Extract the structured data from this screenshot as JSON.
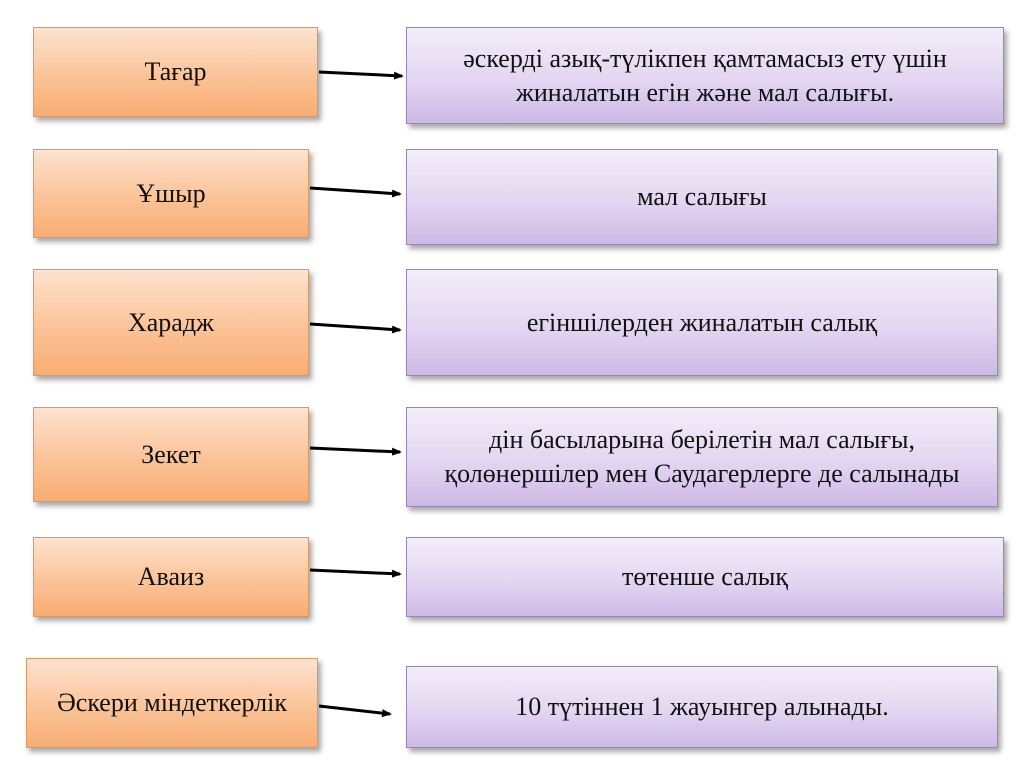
{
  "rows": [
    {
      "term": "Тағар",
      "description": "әскерді азық-түлікпен қамтамасыз ету үшін жиналатын егін және мал салығы."
    },
    {
      "term": "Ұшыр",
      "description": "мал салығы"
    },
    {
      "term": "Харадж",
      "description": "егіншілерден жиналатын салық"
    },
    {
      "term": "Зекет",
      "description": "дін басыларына берілетін мал салығы, қолөнершілер мен Саудагерлерге де салынады"
    },
    {
      "term": "Аваиз",
      "description": "төтенше салық"
    },
    {
      "term": "Әскери міндеткерлік",
      "description": "10 түтіннен 1 жауынгер алынады."
    }
  ],
  "colors": {
    "term_fill": "#fbc398",
    "desc_fill": "#e3d6f1",
    "arrow": "#000000"
  }
}
